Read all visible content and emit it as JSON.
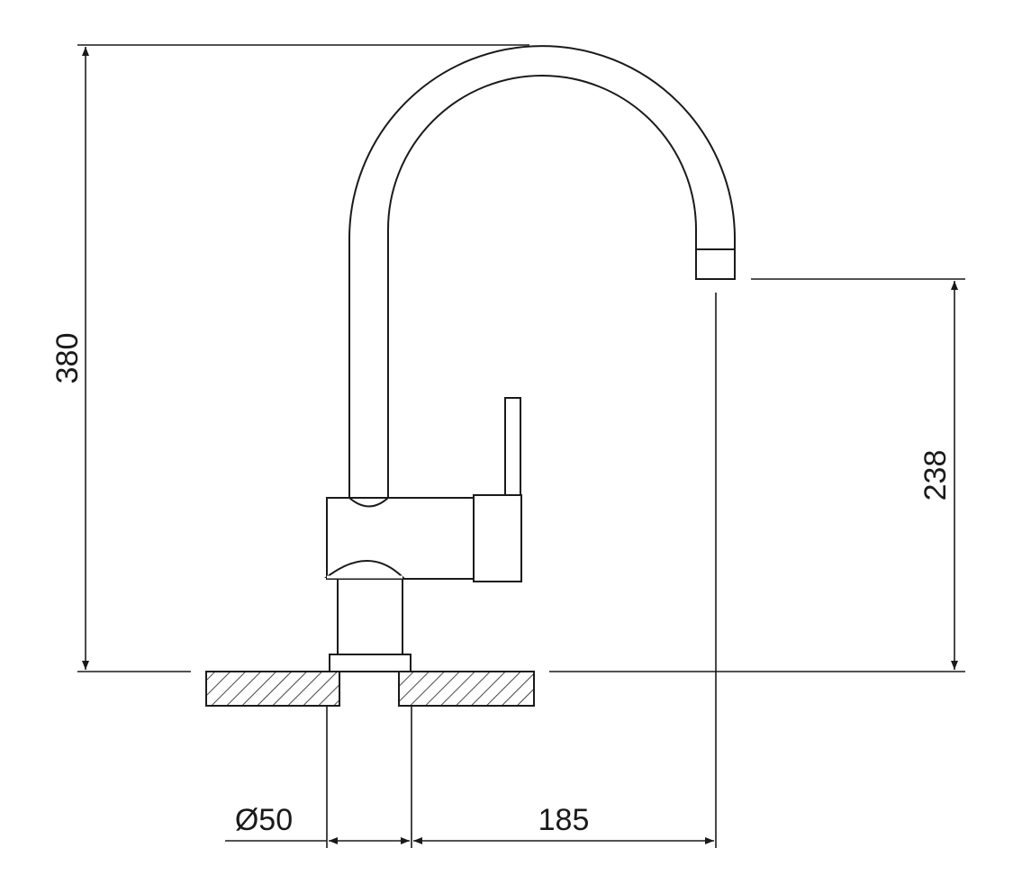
{
  "drawing": {
    "dimensions": {
      "total_height": "380",
      "spout_height": "238",
      "hole_diameter": "Ø50",
      "spout_reach": "185"
    }
  }
}
